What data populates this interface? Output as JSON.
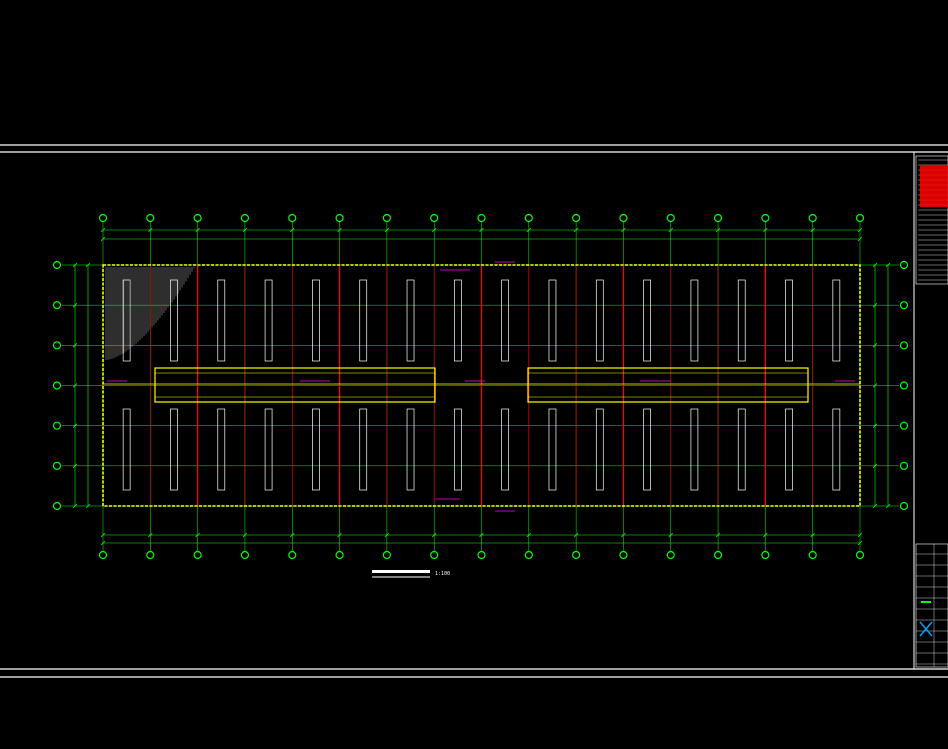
{
  "drawing": {
    "scale_label": "1:100",
    "colors": {
      "background": "#000000",
      "frame": "#ffffff",
      "grid_line": "#00ff00",
      "grid_bubble": "#00ff00",
      "beam": "#ff0000",
      "wall": "#ffff00",
      "panel": "#ffffff",
      "hatch": "#9a9a9a",
      "note_red": "#ff0000"
    },
    "column_axes": 17,
    "row_axes": 7,
    "panel_columns": 16
  }
}
